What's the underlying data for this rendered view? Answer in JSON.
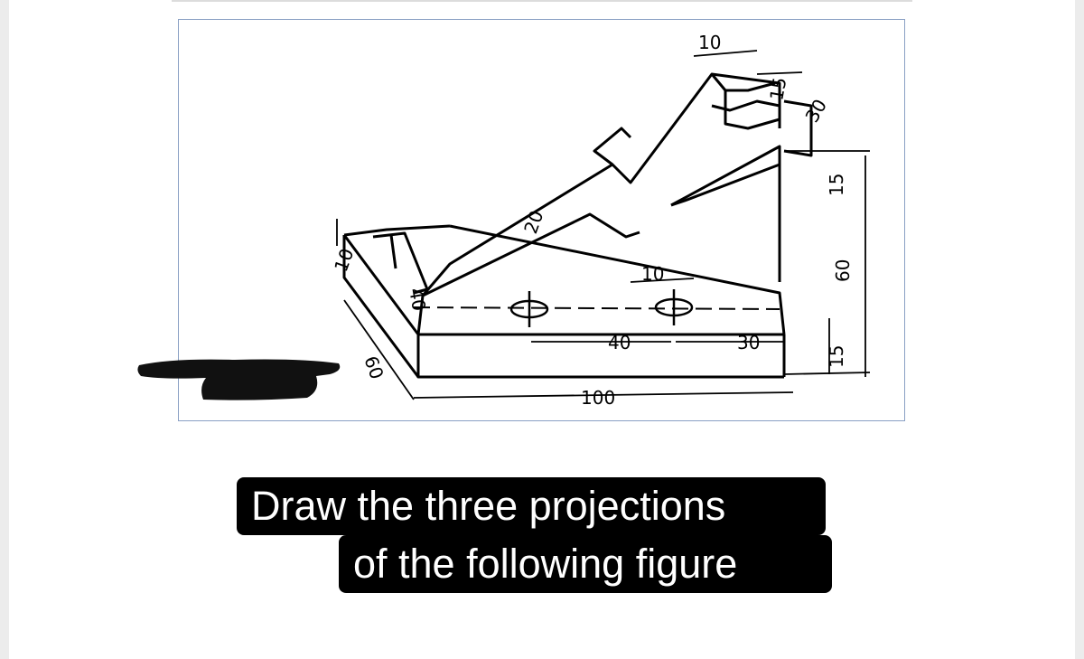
{
  "caption": {
    "line1": "Draw the three projections",
    "line2": "of the following figure"
  },
  "dimensions": {
    "d10_top": "10",
    "d15_top": "15",
    "d30_top": "30",
    "d15_right_upper": "15",
    "d60_right": "60",
    "d15_right_lower": "15",
    "d20_arm": "20",
    "d10_hole": "10",
    "d40_base": "40",
    "d30_base": "30",
    "d100_base": "100",
    "d10_left": "10",
    "d40_left": "40",
    "d60_left": "60"
  },
  "colors": {
    "frame_border": "#8aa0c4",
    "caption_bg": "#000000",
    "caption_text": "#ffffff",
    "redaction": "#111111"
  }
}
